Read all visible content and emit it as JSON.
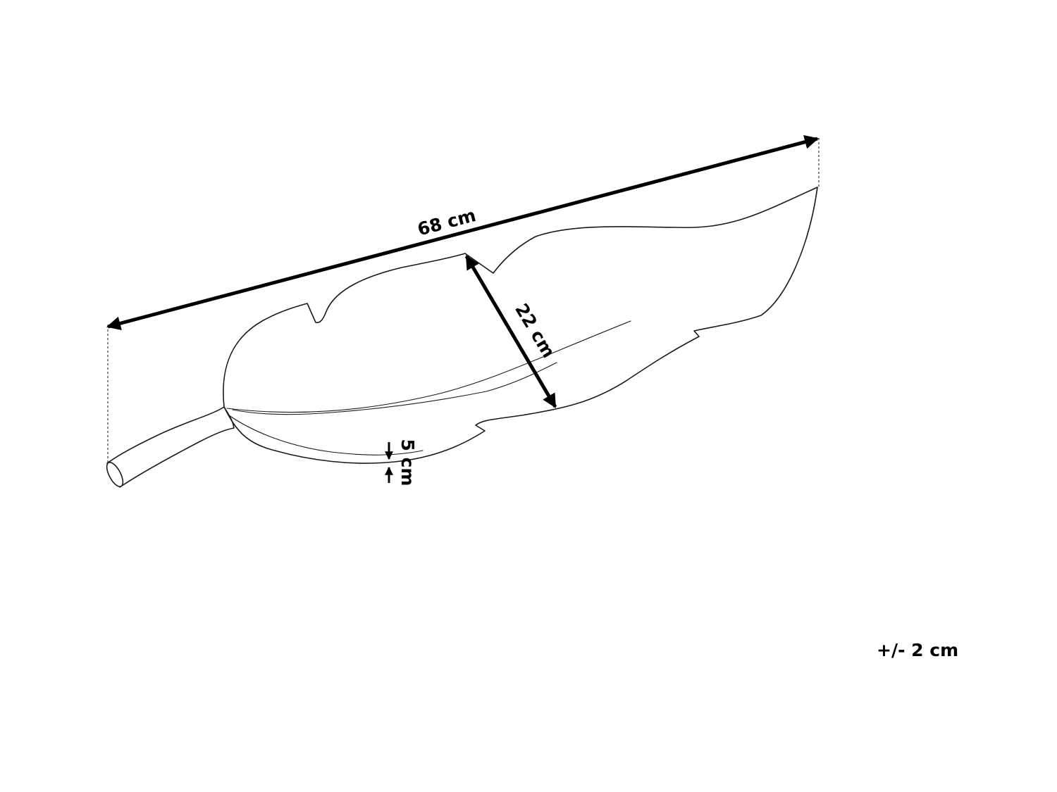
{
  "dimensions": {
    "length": "68 cm",
    "width": "22 cm",
    "height": "5 cm"
  },
  "tolerance": "+/- 2 cm",
  "colors": {
    "line": "#000000",
    "background": "#ffffff"
  }
}
